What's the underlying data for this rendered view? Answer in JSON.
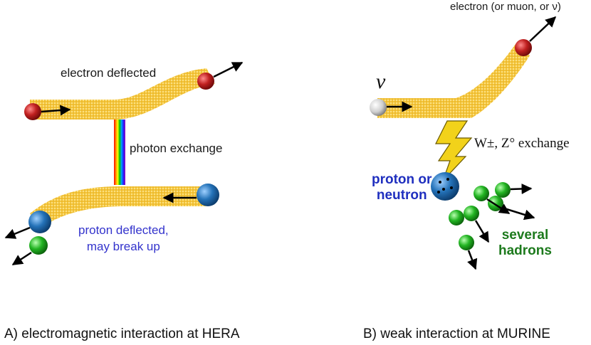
{
  "panel_a": {
    "electron_label": "electron deflected",
    "exchange_label": "photon exchange",
    "proton_label_line1": "proton deflected,",
    "proton_label_line2": "may break up",
    "caption": "A)  electromagnetic interaction at HERA"
  },
  "panel_b": {
    "outgoing_label": "electron (or muon, or ν)",
    "incoming_symbol": "ν",
    "exchange_label": "W±, Z° exchange",
    "target_label_line1": "proton or",
    "target_label_line2": "neutron",
    "hadrons_label_line1": "several",
    "hadrons_label_line2": "hadrons",
    "caption": "B)  weak interaction at MURINE"
  },
  "colors": {
    "band": "#f2c230",
    "electron": "#b81d1d",
    "proton": "#1f6fb0",
    "hadron": "#22b422",
    "neutrino": "#cfcfcf",
    "lightning": "#f2d21a",
    "arrow": "#000000"
  }
}
